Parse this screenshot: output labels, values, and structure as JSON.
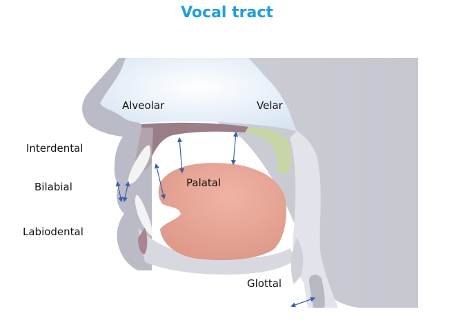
{
  "title": "Vocal tract",
  "colors": {
    "title": "#1fa0d8",
    "head": "#c9c9d2",
    "head_light": "#e2e3ea",
    "nasal_sky": "#dce9f5",
    "palate": "#9a7a82",
    "velum": "#c9d7a7",
    "tongue": "#e6a394",
    "teeth": "#f1f1f1",
    "arrow": "#3a5db0"
  },
  "labels": {
    "alveolar": "Alveolar",
    "velar": "Velar",
    "interdental": "Interdental",
    "bilabial": "Bilabial",
    "palatal": "Palatal",
    "labiodental": "Labiodental",
    "glottal": "Glottal"
  }
}
